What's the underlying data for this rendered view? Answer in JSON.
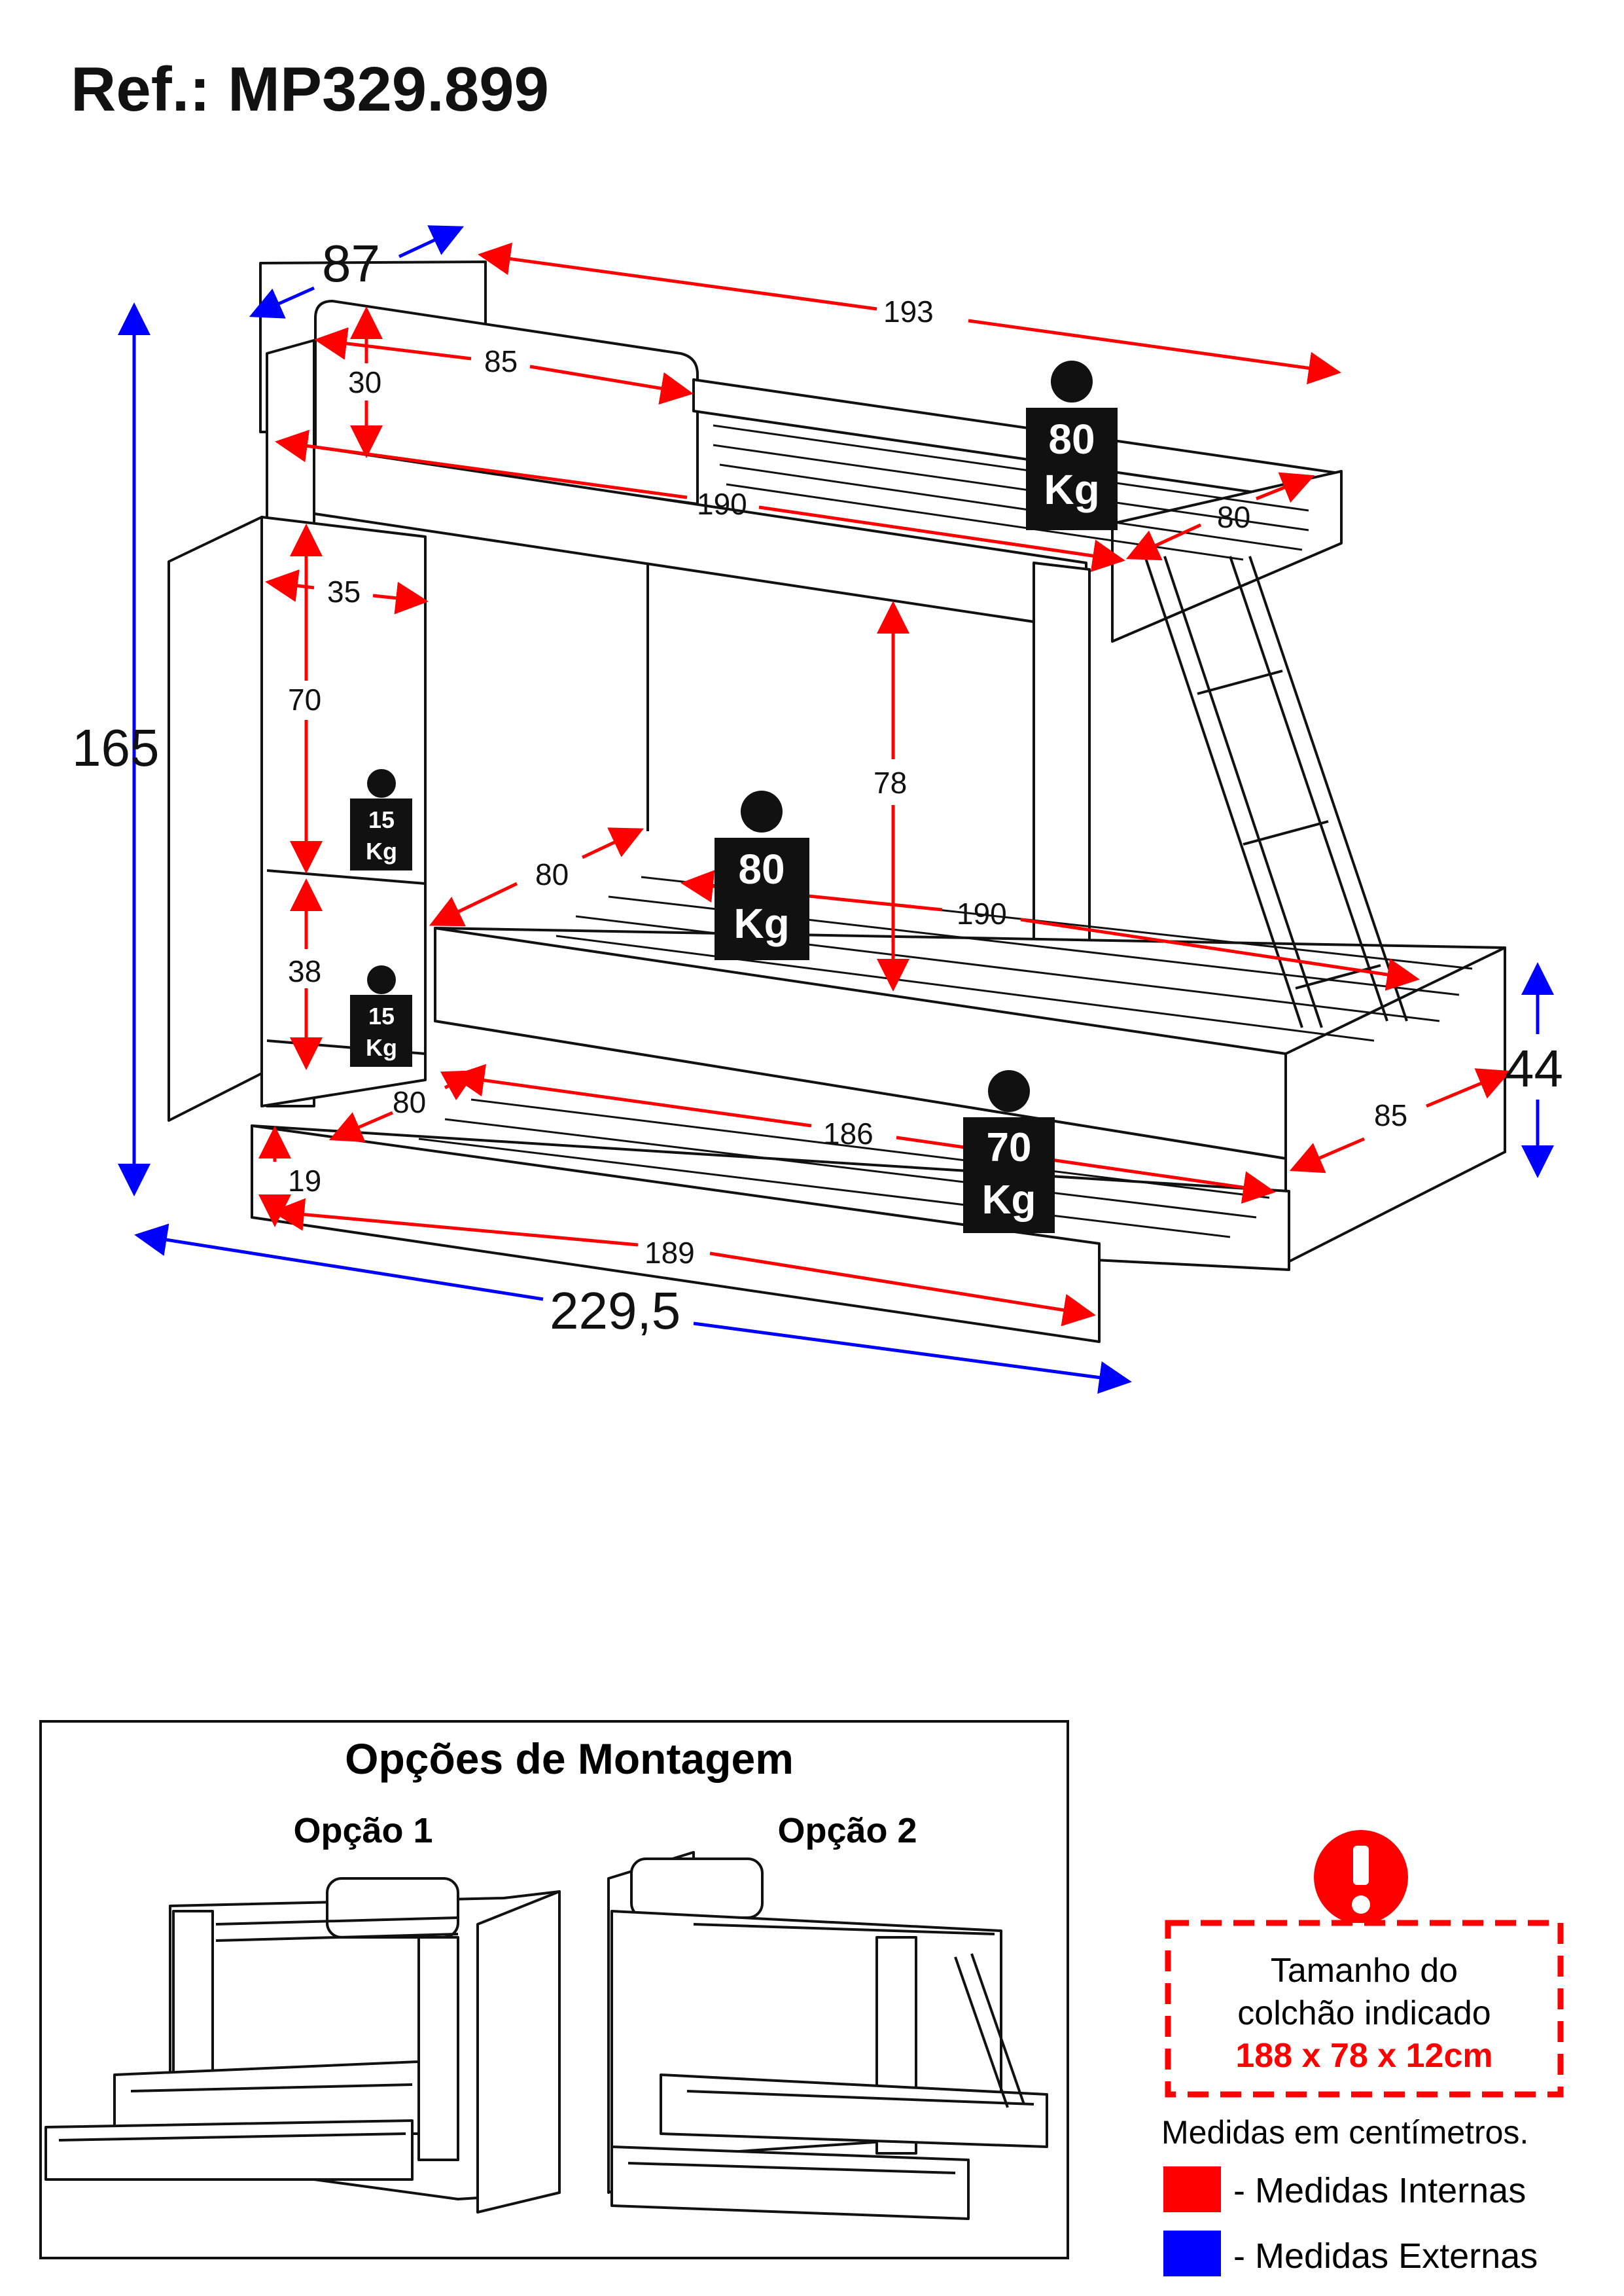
{
  "ref_title": "Ref.: MP329.899",
  "dimensions": {
    "depth_ext": "87",
    "length_top_ext": "193",
    "height_ext": "165",
    "total_length_ext": "229,5",
    "low_height_ext": "44",
    "headboard_h": "30",
    "headboard_w": "85",
    "top_bed_len": "190",
    "top_bed_w": "80",
    "shelf_w": "35",
    "shelf_h1": "70",
    "shelf_h2": "38",
    "gap_h": "78",
    "mid_bed_w": "80",
    "mid_bed_len": "190",
    "trundle_w": "80",
    "trundle_len_inner": "186",
    "trundle_h": "19",
    "trundle_len": "189",
    "side_depth": "85"
  },
  "weights": {
    "top": {
      "value": "80",
      "unit": "Kg"
    },
    "middle": {
      "value": "80",
      "unit": "Kg"
    },
    "trundle": {
      "value": "70",
      "unit": "Kg"
    },
    "shelf_upper": {
      "value": "15",
      "unit": "Kg"
    },
    "shelf_lower": {
      "value": "15",
      "unit": "Kg"
    }
  },
  "assembly": {
    "title": "Opções de Montagem",
    "option1": "Opção 1",
    "option2": "Opção 2"
  },
  "notice": {
    "line1": "Tamanho do",
    "line2": "colchão indicado",
    "size": "188 x 78 x 12cm"
  },
  "legend": {
    "units": "Medidas em centímetros.",
    "internal": "- Medidas Internas",
    "external": "- Medidas Externas",
    "internal_color": "#ff0000",
    "external_color": "#0000ff"
  }
}
